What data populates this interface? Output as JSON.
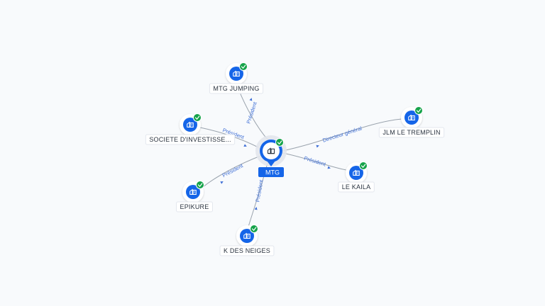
{
  "center": {
    "label": "MTG"
  },
  "nodes": [
    {
      "id": "mtg-jumping",
      "label": "MTG JUMPING",
      "relation": "Président"
    },
    {
      "id": "societe",
      "label": "SOCIETE D'INVESTISSE...",
      "relation": "Président"
    },
    {
      "id": "jlm",
      "label": "JLM LE TREMPLIN",
      "relation": "Directeur général"
    },
    {
      "id": "le-kaila",
      "label": "LE KAILA",
      "relation": "Président"
    },
    {
      "id": "epikure",
      "label": "EPIKURE",
      "relation": "Président"
    },
    {
      "id": "k-des-neiges",
      "label": "K DES NEIGES",
      "relation": "Président"
    }
  ],
  "colors": {
    "accent": "#1565e8",
    "check": "#16a34a",
    "edge": "#9aa3ad",
    "relation": "#3f6fd6"
  },
  "icons": {
    "node": "building-icon",
    "verified": "check-badge-icon"
  }
}
